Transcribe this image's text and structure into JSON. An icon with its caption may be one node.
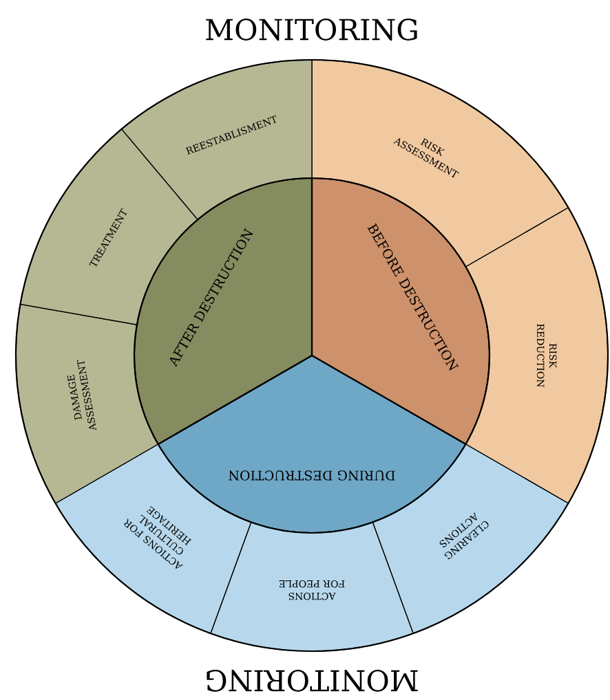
{
  "diagram": {
    "nodes": [
      {
        "text": [
          "BEFORE DESTRUCTION"
        ]
      },
      {
        "text": [
          "RISK ASSESSMENT"
        ]
      },
      {
        "text": [
          "RISK REDUCTION"
        ]
      },
      {
        "text": [
          "DURING DESTRUCTION"
        ]
      },
      {
        "text": [
          "CLEARING ACTIONS"
        ]
      },
      {
        "text": [
          "ACTIONS FOR PEOPLE"
        ]
      },
      {
        "text": [
          "ACTIONS FOR CULTURAL HERITAGE"
        ]
      },
      {
        "text": [
          "AFTER DESTRUCTION"
        ]
      },
      {
        "text": [
          "DAMAGE ASSESSMENT"
        ]
      },
      {
        "text": [
          "TREATMENT"
        ]
      },
      {
        "text": [
          "REESTABLISMENT"
        ]
      }
    ],
    "labels": [
      "MONITORING",
      "MONITORING"
    ]
  }
}
